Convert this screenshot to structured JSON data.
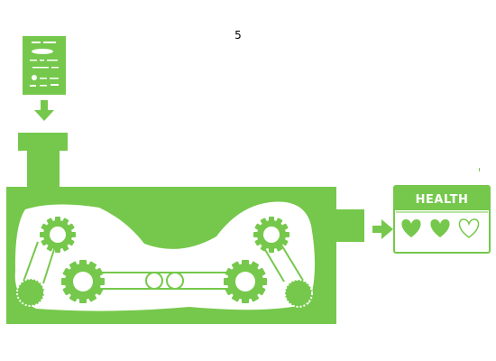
{
  "level": {
    "number": "5"
  },
  "recipe_card": {
    "icon": "recipe-card-icon",
    "color": "#75c84b"
  },
  "machine": {
    "color": "#75c84b",
    "icon": "gear-machine-icon"
  },
  "health": {
    "title": "HEALTH",
    "max": 3,
    "current": 2,
    "hearts": [
      {
        "state": "full",
        "icon": "heart-full-icon"
      },
      {
        "state": "full",
        "icon": "heart-full-icon"
      },
      {
        "state": "empty",
        "icon": "heart-empty-icon"
      }
    ]
  },
  "colors": {
    "accent": "#75c84b",
    "background": "#ffffff",
    "text": "#000000"
  }
}
